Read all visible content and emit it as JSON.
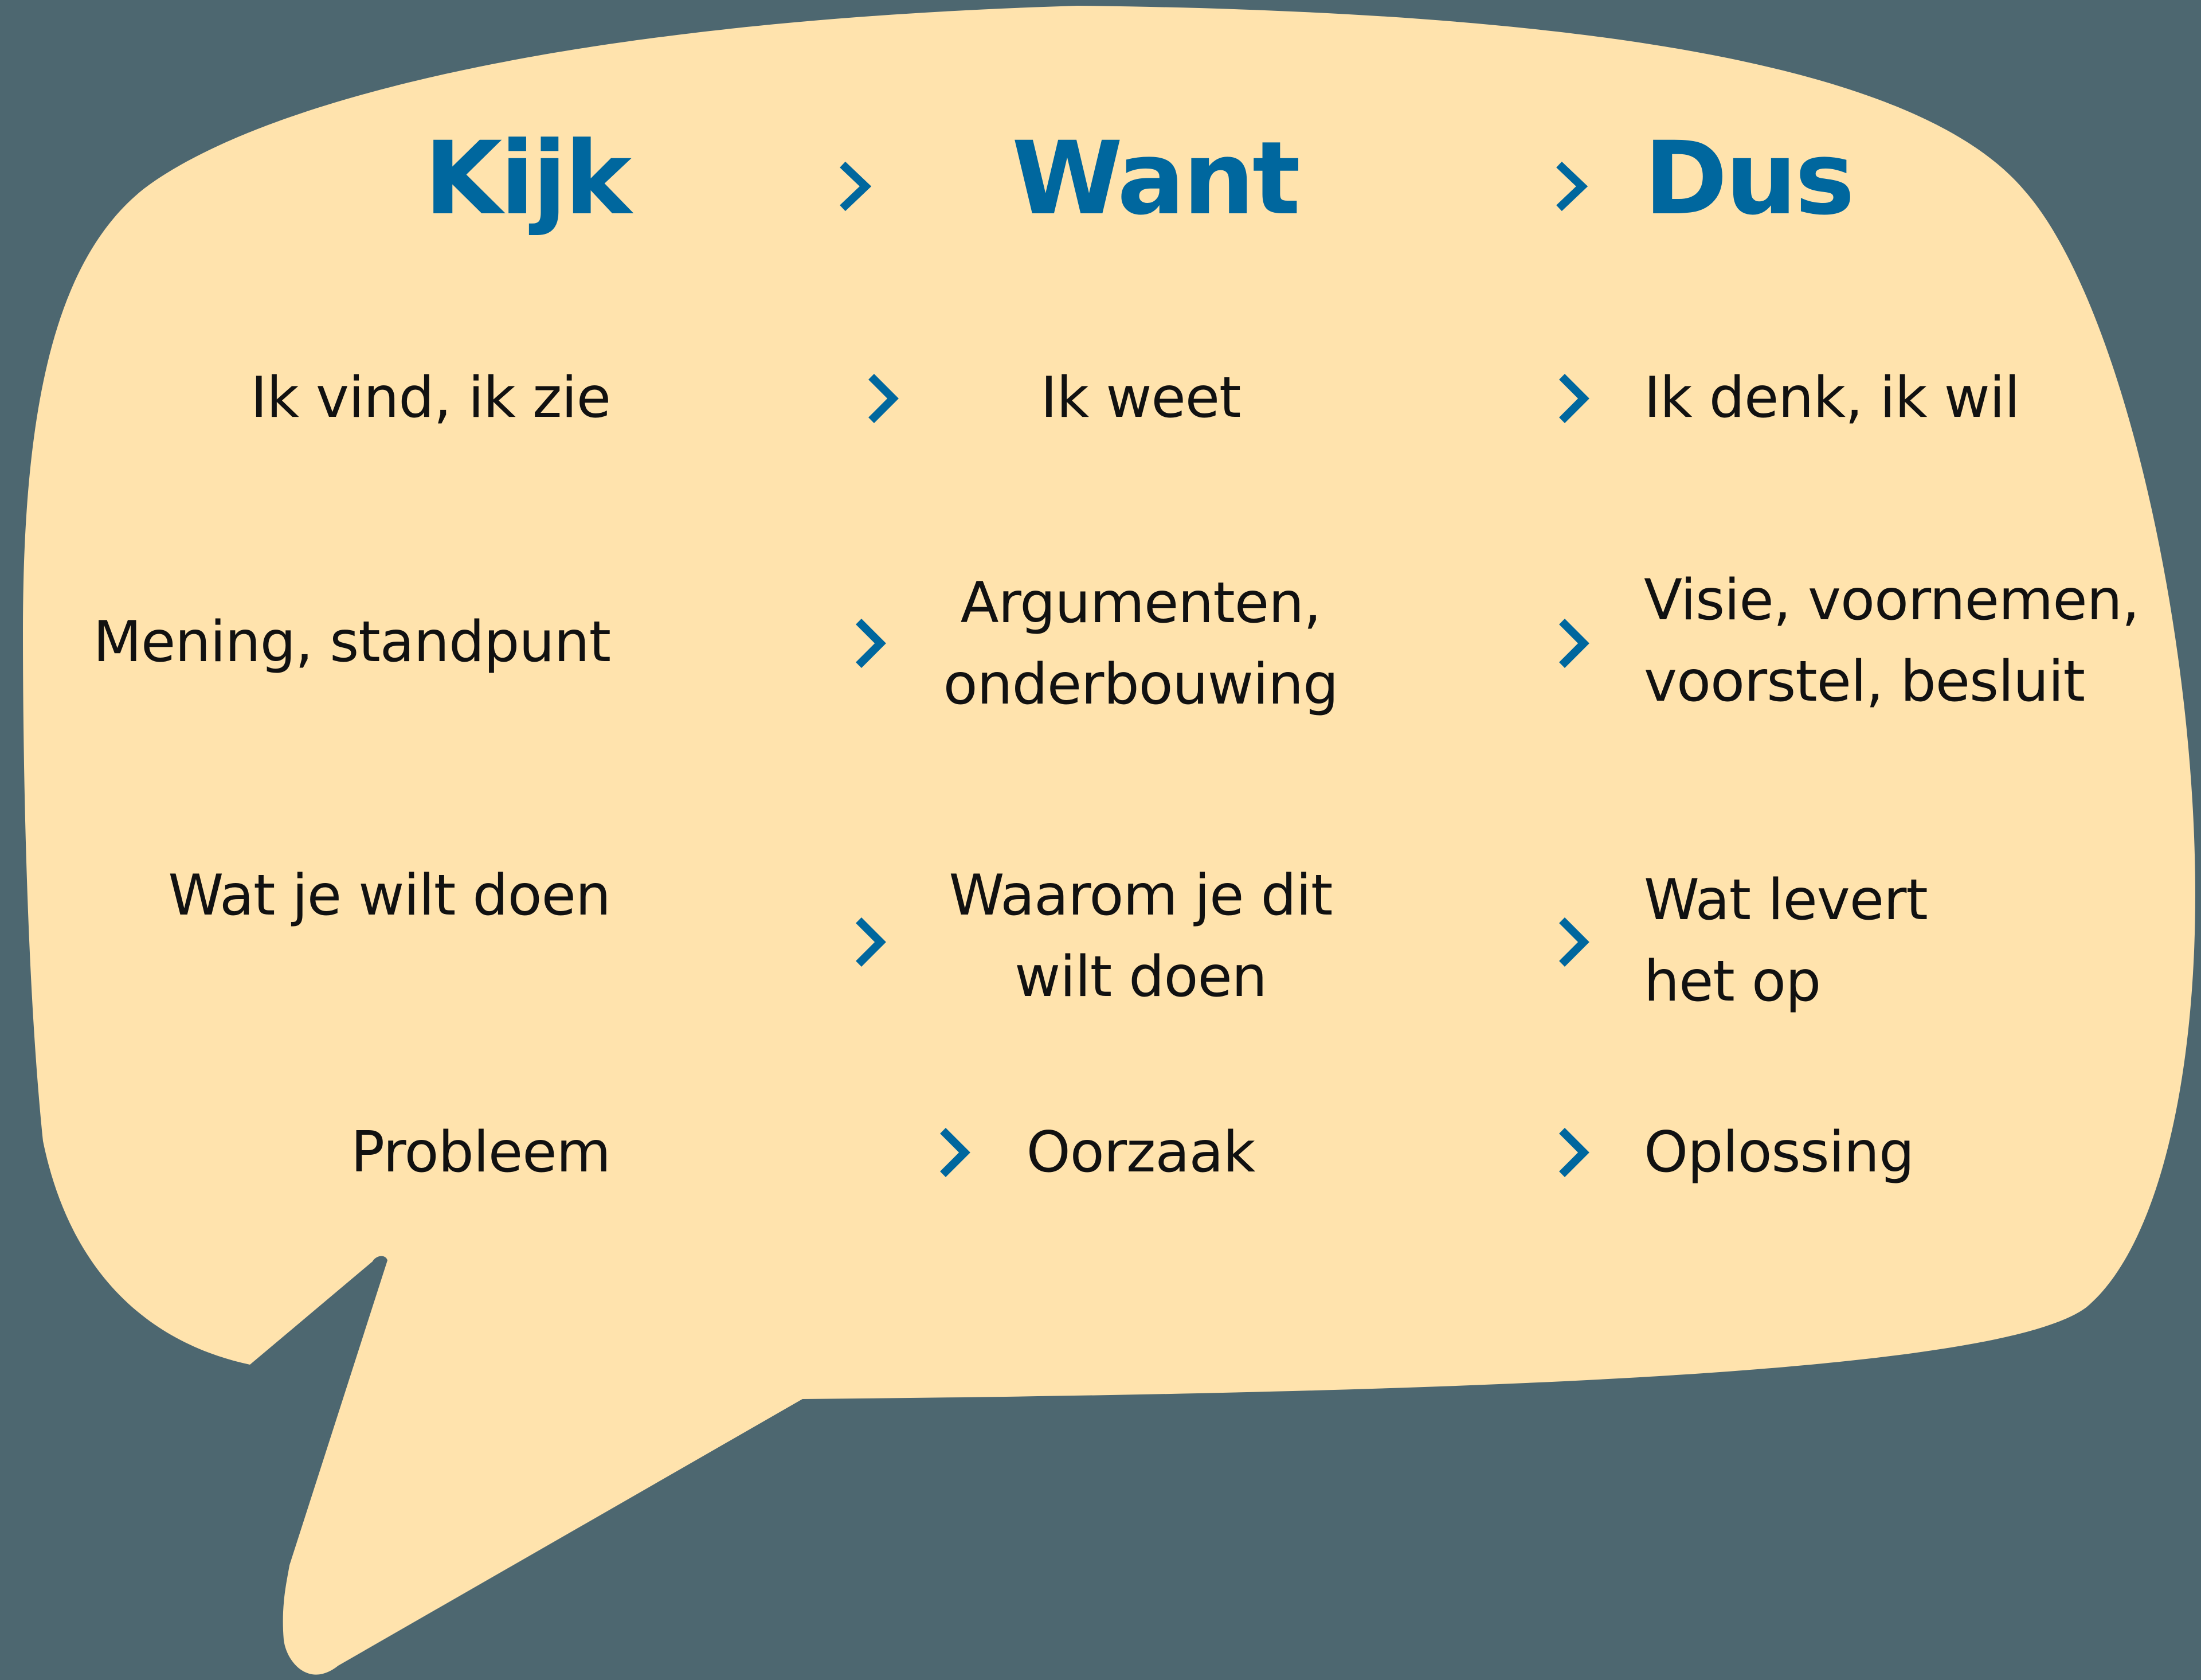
{
  "colors": {
    "background": "#4d6770",
    "bubble": "#ffe3ad",
    "heading": "#00679e",
    "text": "#111111",
    "arrow_start": "#ffe3ad",
    "arrow_end": "#00679e"
  },
  "headings": {
    "kijk": "Kijk",
    "want": "Want",
    "dus": "Dus"
  },
  "rows": [
    {
      "kijk": [
        "Ik vind, ik zie"
      ],
      "want": [
        "Ik weet"
      ],
      "dus": [
        "Ik denk, ik wil"
      ]
    },
    {
      "kijk": [
        "Mening, standpunt"
      ],
      "want": [
        "Argumenten,",
        "onderbouwing"
      ],
      "dus": [
        "Visie, voornemen,",
        "voorstel, besluit"
      ]
    },
    {
      "kijk": [
        "Wat je wilt doen"
      ],
      "want": [
        "Waarom je dit",
        "wilt doen"
      ],
      "dus": [
        "Wat levert",
        "het op"
      ]
    },
    {
      "kijk": [
        "Probleem"
      ],
      "want": [
        "Oorzaak"
      ],
      "dus": [
        "Oplossing"
      ]
    }
  ],
  "arrow_icon": "dotted-chevron-right"
}
